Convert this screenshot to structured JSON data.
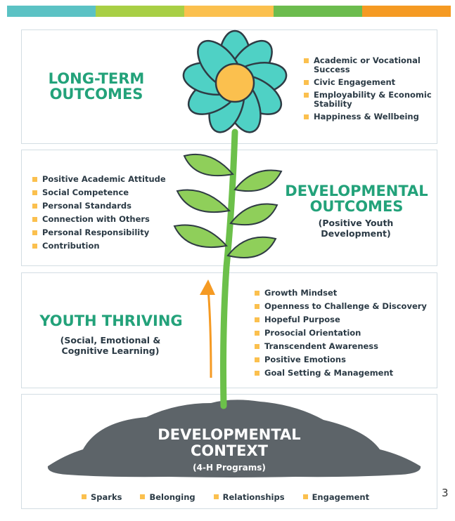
{
  "colors": {
    "accent_green": "#23a27a",
    "petal": "#4fd1c5",
    "flower_center": "#fbc04e",
    "leaf": "#8fcf5a",
    "stem": "#6cc04a",
    "soil": "#5d6469",
    "arrow": "#f59a23",
    "bullet": "#fbc04e",
    "top_bar": [
      "#5bc2c4",
      "#a8cf45",
      "#fbc04e",
      "#6cbc4e",
      "#f59a23"
    ]
  },
  "long_term": {
    "title": "LONG-TERM\nOUTCOMES",
    "items": [
      "Academic or Vocational Success",
      "Civic Engagement",
      "Employability & Economic Stability",
      "Happiness & Wellbeing"
    ]
  },
  "developmental_outcomes": {
    "title": "DEVELOPMENTAL\nOUTCOMES",
    "subtitle": "(Positive Youth\nDevelopment)",
    "items": [
      "Positive Academic Attitude",
      "Social Competence",
      "Personal Standards",
      "Connection with Others",
      "Personal Responsibility",
      "Contribution"
    ]
  },
  "youth_thriving": {
    "title": "YOUTH THRIVING",
    "subtitle": "(Social, Emotional &\nCognitive Learning)",
    "items": [
      "Growth Mindset",
      "Openness to Challenge & Discovery",
      "Hopeful Purpose",
      "Prosocial Orientation",
      "Transcendent Awareness",
      "Positive Emotions",
      "Goal Setting & Management"
    ]
  },
  "developmental_context": {
    "title": "DEVELOPMENTAL\nCONTEXT",
    "subtitle": "(4-H Programs)",
    "items": [
      "Sparks",
      "Belonging",
      "Relationships",
      "Engagement"
    ]
  },
  "page_number": "3"
}
